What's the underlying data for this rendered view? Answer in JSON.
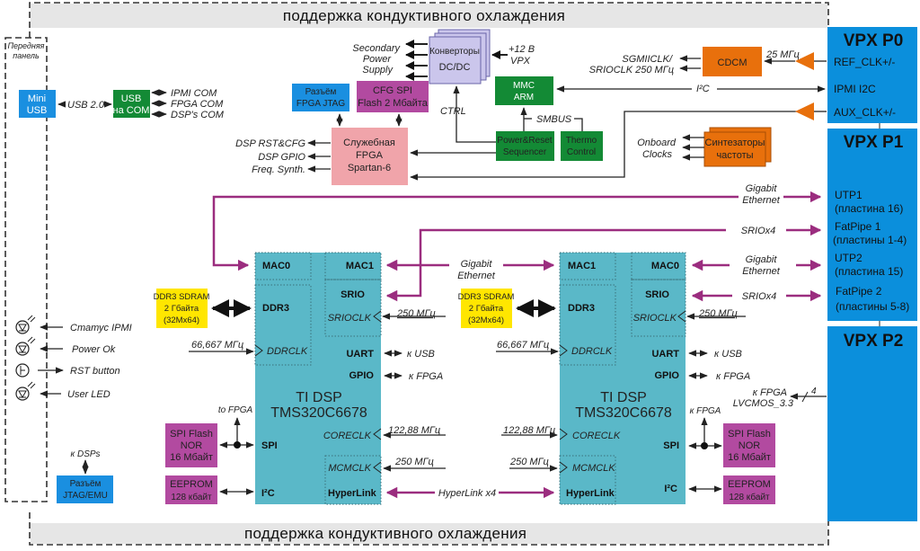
{
  "colors": {
    "dsp": "#5ab8c8",
    "vpx": "#0b8fdc",
    "green": "#138a35",
    "orange": "#e8700c",
    "magenta": "#b24aa0",
    "fpga_pink": "#f0a4aa",
    "yellow": "#ffe600",
    "blue_box": "#1a8fe0",
    "lavender": "#cbc6ec",
    "banner": "#e6e6e6",
    "purple_line": "#9b2d7f"
  },
  "banner": {
    "top": "поддержка кондуктивного охлаждения",
    "bottom": "поддержка кондуктивного охлаждения"
  },
  "front_panel": {
    "label_line1": "Передняя",
    "label_line2": "панель",
    "mini_usb": [
      "Mini",
      "USB"
    ],
    "usb_link": "USB 2.0",
    "usb_com": [
      "USB",
      "на COM"
    ],
    "com_ports": [
      "IPMI COM",
      "FPGA COM",
      "DSP's COM"
    ],
    "indicators": [
      {
        "icon": "led-icon",
        "label": "Статус IPMI"
      },
      {
        "icon": "led-icon",
        "label": "Power Ok"
      },
      {
        "icon": "button-icon",
        "label": "RST button"
      },
      {
        "icon": "led-icon",
        "label": "User LED"
      }
    ],
    "jtag_dsps_label": "к DSPs",
    "jtag_emu": [
      "Разъём",
      "JTAG/EMU"
    ]
  },
  "service": {
    "fpga_jtag": [
      "Разъём",
      "FPGA JTAG"
    ],
    "cfg_spi": [
      "CFG SPI",
      "Flash 2 Мбайта"
    ],
    "fpga": [
      "Служебная",
      "FPGA",
      "Spartan-6"
    ],
    "fpga_outputs": [
      "DSP RST&CFG",
      "DSP GPIO",
      "Freq. Synth."
    ],
    "dcdc": [
      "Конверторы",
      "DC/DC"
    ],
    "secondary_power": [
      "Secondary",
      "Power",
      "Supply"
    ],
    "power_input": [
      "+12 В",
      "VPX"
    ],
    "ctrl": "CTRL",
    "mmc": [
      "MMC",
      "ARM"
    ],
    "smbus": "SMBUS",
    "power_reset": [
      "Power&Reset",
      "Sequencer"
    ],
    "thermo": [
      "Thermo",
      "Control"
    ],
    "cdcm": "CDCM",
    "cdcm_outputs": [
      "SGMIICLK/",
      "SRIOCLK 250 МГц"
    ],
    "cdcm_input": "25 МГц",
    "i2c_label": "I²C",
    "synth": [
      "Синтезаторы",
      "частоты"
    ],
    "onboard_clocks": [
      "Onboard",
      "Clocks"
    ]
  },
  "vpx": {
    "p0": {
      "title": "VPX P0",
      "signals": [
        "REF_CLK+/-",
        "IPMI I2C",
        "AUX_CLK+/-"
      ]
    },
    "p1": {
      "title": "VPX P1",
      "signals": [
        [
          "UTP1",
          "(пластина 16)"
        ],
        [
          "FatPipe 1",
          "(пластины 1-4)"
        ],
        [
          "UTP2",
          "(пластина 15)"
        ],
        [
          "FatPipe 2",
          "(пластины 5-8)"
        ]
      ]
    },
    "p2": {
      "title": "VPX P2",
      "gpio_label": [
        "к FPGA",
        "LVCMOS_3.3"
      ],
      "bus_width": "4"
    }
  },
  "links": {
    "gigabit": [
      "Gigabit",
      "Ethernet"
    ],
    "srio": "SRIOx4",
    "hyperlink": "HyperLink x4"
  },
  "dsp": {
    "title": [
      "TI DSP",
      "TMS320C6678"
    ],
    "ports": {
      "mac0": "MAC0",
      "mac1": "MAC1",
      "srio": "SRIO",
      "srioclk": "SRIOCLK",
      "ddr3": "DDR3",
      "ddrclk": "DDRCLK",
      "uart": "UART",
      "gpio": "GPIO",
      "spi": "SPI",
      "coreclk": "CORECLK",
      "mcmclk": "MCMCLK",
      "hyperlink": "HyperLink",
      "i2c": "I²C"
    },
    "ddr_mem": [
      "DDR3 SDRAM",
      "2 Гбайта",
      "(32Mx64)"
    ],
    "spi_flash": [
      "SPI Flash",
      "NOR",
      "16 Мбайт"
    ],
    "eeprom": [
      "EEPROM",
      "128 кбайт"
    ],
    "freqs": {
      "srioclk": "250 МГц",
      "ddrclk": "66,667 МГц",
      "coreclk": "122,88 МГц",
      "mcmclk": "250 МГц"
    },
    "to_usb": "к USB",
    "to_fpga": "к FPGA",
    "to_fpga_en": "to FPGA"
  }
}
